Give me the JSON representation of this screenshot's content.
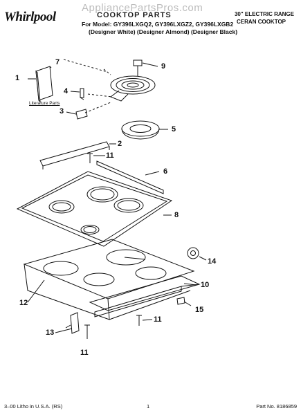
{
  "header": {
    "brand": "Whirlpool",
    "watermark": "AppliancePartsPros.com",
    "title": "COOKTOP PARTS",
    "models_line": "For Model: GY396LXGQ2, GY396LXGZ2, GY396LXGB2",
    "variants_line": "(Designer White) (Designer Almond) (Designer Black)",
    "product_line1": "30\" ELECTRIC RANGE",
    "product_line2": "CERAN COOKTOP"
  },
  "callouts": {
    "literature_parts": "Literature Parts",
    "n1": "1",
    "n2": "2",
    "n3": "3",
    "n4": "4",
    "n5": "5",
    "n6": "6",
    "n7": "7",
    "n8": "8",
    "n9": "9",
    "n10": "10",
    "n11a": "11",
    "n11b": "11",
    "n11c": "11",
    "n12": "12",
    "n13": "13",
    "n14": "14",
    "n15": "15"
  },
  "footer": {
    "left": "3–00 Litho in U.S.A. (RS)",
    "page": "1",
    "part_no": "Part No. 8186859"
  },
  "colors": {
    "ink": "#111111",
    "watermark": "#bcbcbc"
  }
}
